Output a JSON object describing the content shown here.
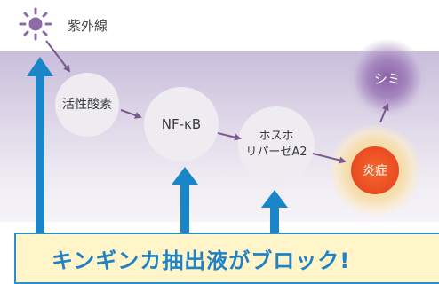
{
  "uv": {
    "label": "紫外線"
  },
  "nodes": {
    "ros": "活性酸素",
    "nfkb": "NF-κB",
    "pla2_line1": "ホスホ",
    "pla2_line2": "リパーゼA2",
    "inflammation": "炎症",
    "stain": "シミ"
  },
  "banner": {
    "text": "キンギンカ抽出液がブロック!"
  },
  "colors": {
    "block_arrow": "#1a86c8",
    "flow_arrow": "#7a5a8e",
    "sun": "#8e6ba8",
    "banner_bg": "#fff5c8",
    "banner_text": "#1f82c6",
    "inflammation_core": "#ea4a22",
    "stain": "#8a62a6"
  }
}
